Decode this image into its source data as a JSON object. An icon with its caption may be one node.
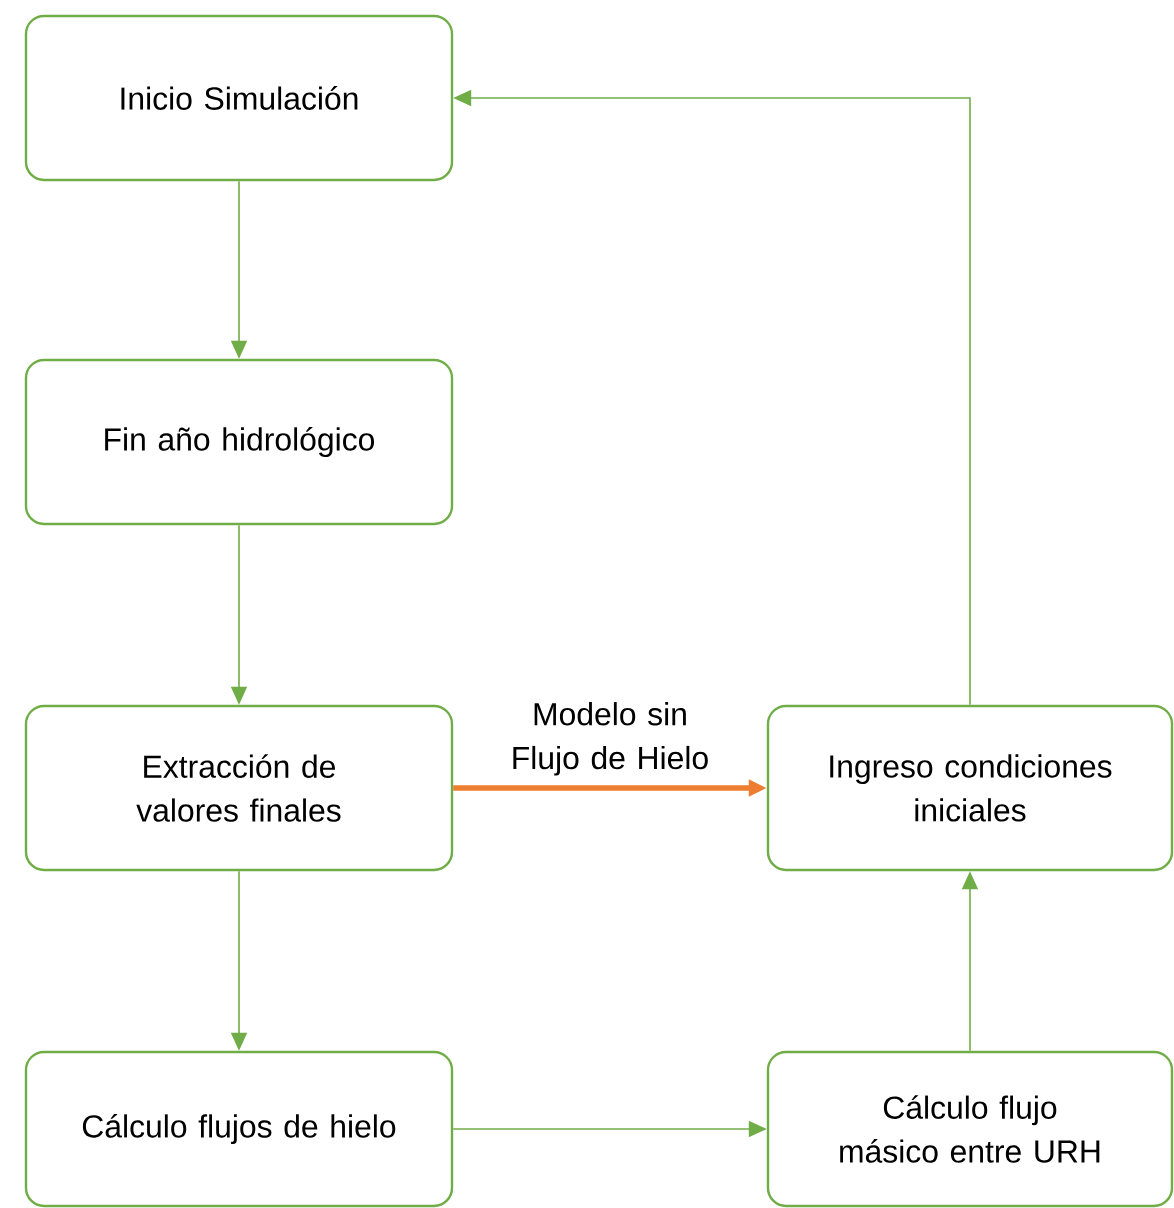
{
  "diagram": {
    "nodes": [
      {
        "text": [
          "Inicio Simulación"
        ]
      },
      {
        "text": [
          "Fin año hidrológico"
        ]
      },
      {
        "text": [
          "Extracción de valores finales"
        ]
      },
      {
        "text": [
          "Ingreso condiciones iniciales"
        ]
      },
      {
        "text": [
          "Cálculo flujos de hielo"
        ]
      },
      {
        "text": [
          "Cálculo flujo másico entre URH"
        ]
      }
    ],
    "edges": [
      {
        "from": 0,
        "to": 1,
        "arrow": "to"
      },
      {
        "from": 1,
        "to": 2,
        "arrow": "to"
      },
      {
        "from": 2,
        "to": 3,
        "arrow": "to",
        "label": "Modelo sin Flujo de Hielo",
        "style": "thick",
        "color": "#ed7d31"
      },
      {
        "from": 2,
        "to": 4,
        "arrow": "to"
      },
      {
        "from": 4,
        "to": 5,
        "arrow": "to"
      },
      {
        "from": 5,
        "to": 3,
        "arrow": "to"
      },
      {
        "from": 3,
        "to": 0,
        "arrow": "to"
      }
    ]
  }
}
